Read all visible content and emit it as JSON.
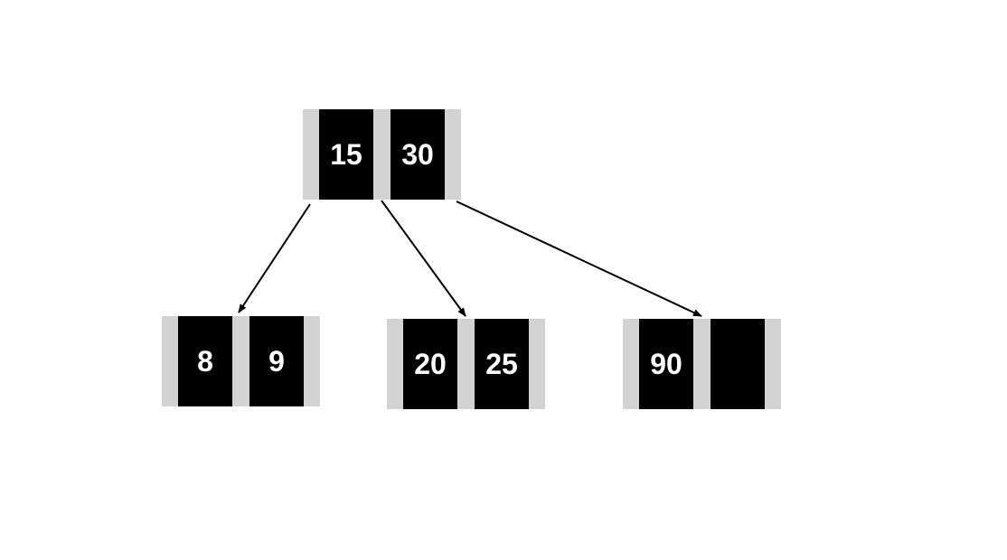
{
  "tree": {
    "root": {
      "keys": [
        "15",
        "30"
      ]
    },
    "children": [
      {
        "keys": [
          "8",
          "9"
        ]
      },
      {
        "keys": [
          "20",
          "25"
        ]
      },
      {
        "keys": [
          "90",
          ""
        ]
      }
    ]
  },
  "colors": {
    "key_fill": "#000000",
    "node_fill": "#d3d3d3",
    "key_text": "#ffffff",
    "edge": "#000000"
  },
  "icons": {
    "edge_arrow": "arrowhead-icon"
  }
}
